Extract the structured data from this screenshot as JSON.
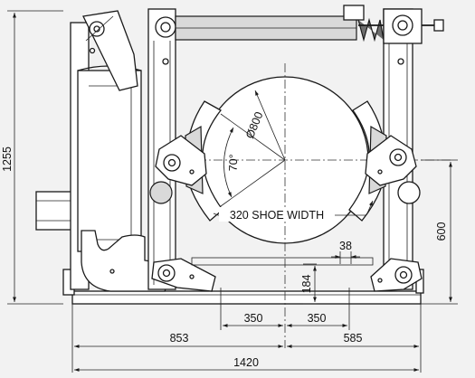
{
  "drawing": {
    "dimensions": {
      "total_height": "1255",
      "drum_diameter": "Ø800",
      "shoe_angle": "70°",
      "shoe_width": "320 SHOE WIDTH",
      "shoe_clearance": "38",
      "height_right": "600",
      "shoe_height": "184",
      "half_spacing_left": "350",
      "half_spacing_right": "350",
      "left_length": "853",
      "right_length": "585",
      "total_length": "1420"
    },
    "colors": {
      "background": "#f2f2f2",
      "line": "#1a1a1a",
      "part_fill": "#ffffff",
      "shade": "#d9d9d9",
      "spring": "#6e6e6e"
    }
  }
}
